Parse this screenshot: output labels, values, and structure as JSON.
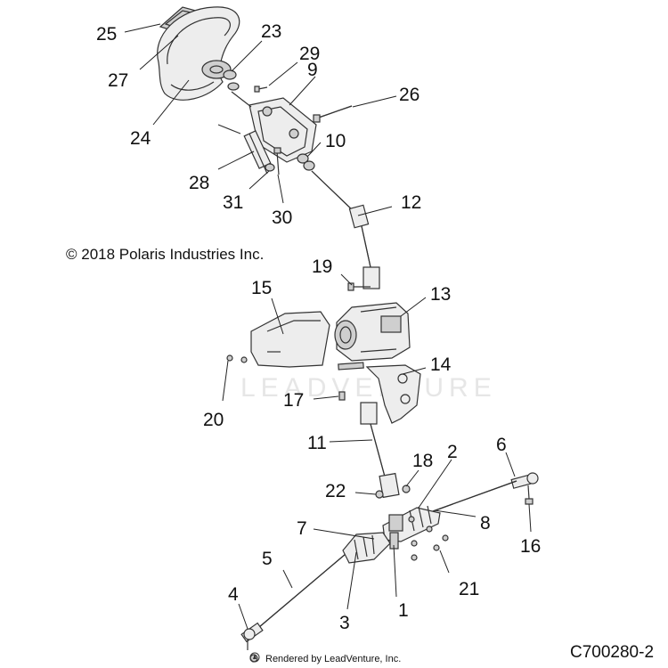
{
  "copyright": "© 2018 Polaris Industries Inc.",
  "rendered_by": "Rendered by LeadVenture, Inc.",
  "diagram_code": "C700280-2",
  "watermark": "LEADVENTURE",
  "callouts": [
    {
      "label": "1"
    },
    {
      "label": "2"
    },
    {
      "label": "3"
    },
    {
      "label": "4"
    },
    {
      "label": "5"
    },
    {
      "label": "6"
    },
    {
      "label": "7"
    },
    {
      "label": "8"
    },
    {
      "label": "9"
    },
    {
      "label": "10"
    },
    {
      "label": "11"
    },
    {
      "label": "12"
    },
    {
      "label": "13"
    },
    {
      "label": "14"
    },
    {
      "label": "15"
    },
    {
      "label": "16"
    },
    {
      "label": "17"
    },
    {
      "label": "18"
    },
    {
      "label": "19"
    },
    {
      "label": "20"
    },
    {
      "label": "21"
    },
    {
      "label": "22"
    },
    {
      "label": "23"
    },
    {
      "label": "24"
    },
    {
      "label": "25"
    },
    {
      "label": "26"
    },
    {
      "label": "27"
    },
    {
      "label": "28"
    },
    {
      "label": "29"
    },
    {
      "label": "30"
    },
    {
      "label": "31"
    }
  ]
}
